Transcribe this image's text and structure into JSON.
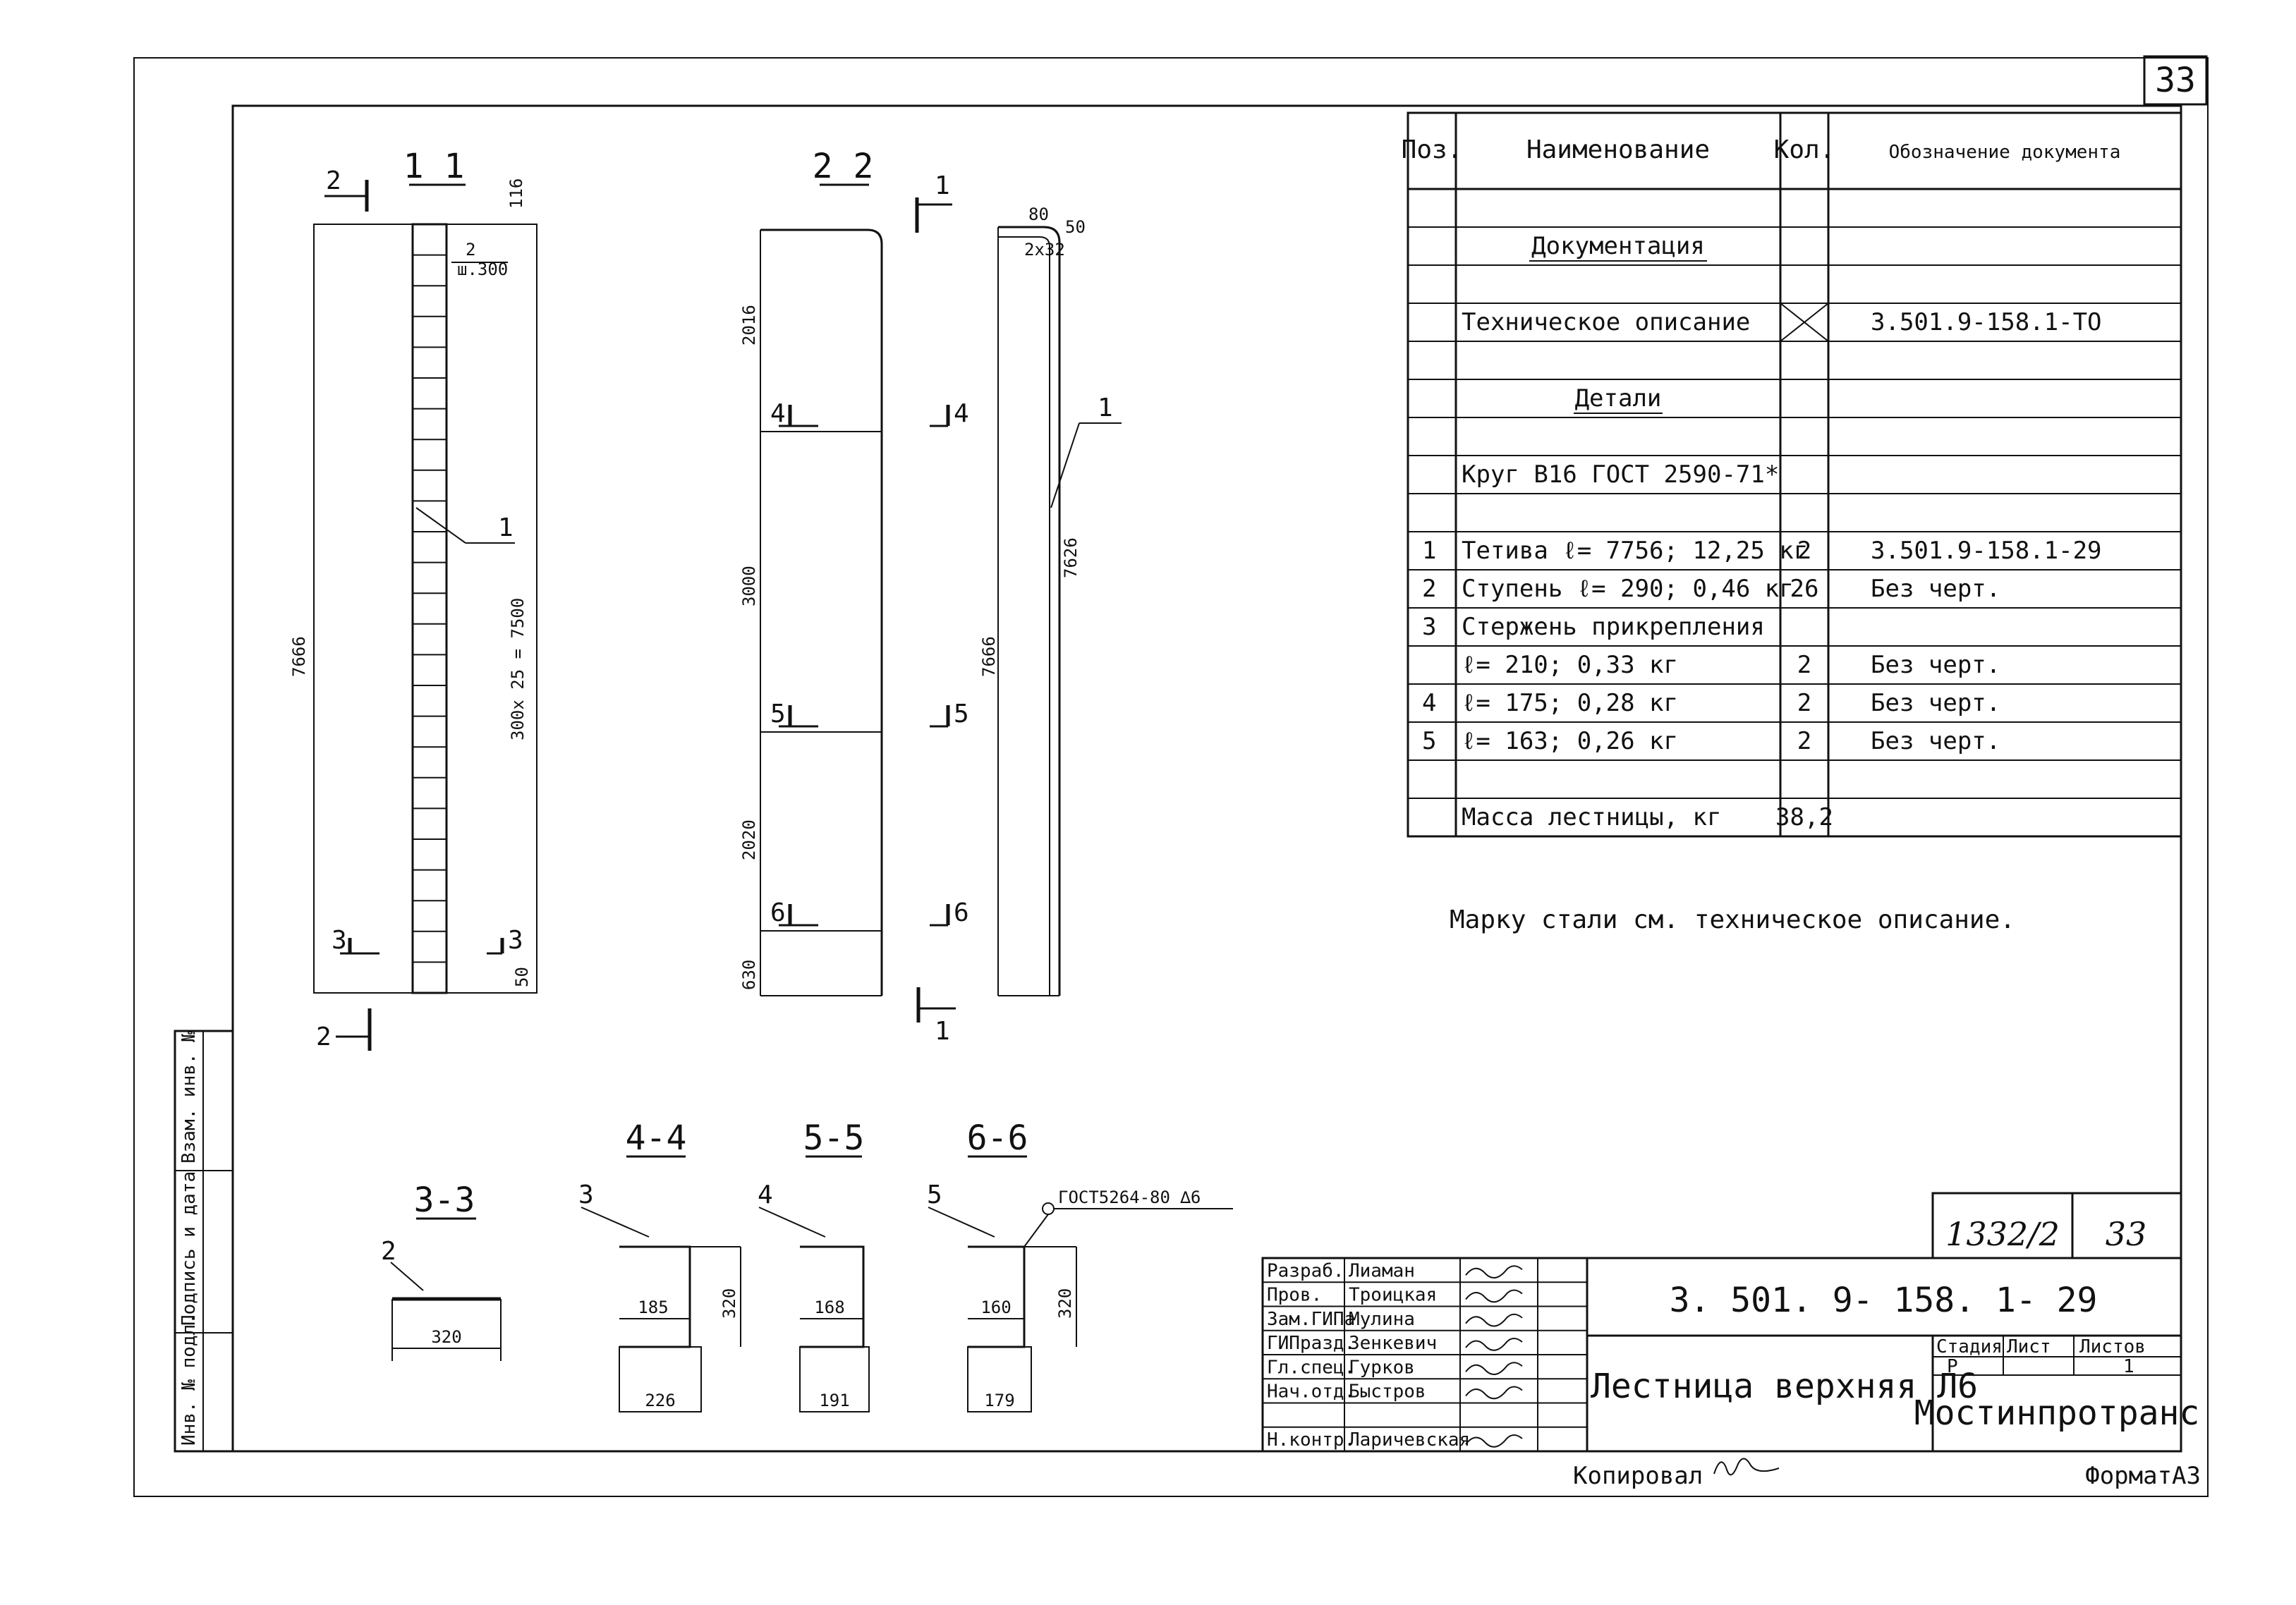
{
  "sheet": {
    "page_number": "33",
    "format_label": "ФорматА3",
    "copied_label": "Копировал"
  },
  "views": {
    "v11": "1 1",
    "v22": "2 2",
    "v33": "3-3",
    "v44": "4-4",
    "v55": "5-5",
    "v66": "6-6"
  },
  "dims": {
    "d116": "116",
    "d2": "2",
    "dsh300": "ш.300",
    "d7666a": "7666",
    "d300x25": "300х 25 = 7500",
    "d50": "50",
    "d2016": "2016",
    "d3000": "3000",
    "d2020": "2020",
    "d630": "630",
    "d80": "80",
    "d50b": "50",
    "d2x32": "2х32",
    "d7626": "7626",
    "d7666b": "7666",
    "d320a": "320",
    "d185": "185",
    "d320b": "320",
    "d226": "226",
    "d168": "168",
    "d191": "191",
    "d160": "160",
    "d320c": "320",
    "d179": "179",
    "gost_weld": "ГОСТ5264-80 ∆6"
  },
  "marks": {
    "s1": "1",
    "s2": "2",
    "s3": "3",
    "s4": "4",
    "s5": "5",
    "s6": "6"
  },
  "spec_table": {
    "headers": {
      "pos": "Поз.",
      "name": "Наименование",
      "qty": "Кол.",
      "doc": "Обозначение документа"
    },
    "rows": [
      {
        "pos": "",
        "name": "",
        "qty": "",
        "doc": ""
      },
      {
        "pos": "",
        "name": "Документация",
        "qty": "",
        "doc": ""
      },
      {
        "pos": "",
        "name": "",
        "qty": "",
        "doc": ""
      },
      {
        "pos": "",
        "name": "Техническое описание",
        "qty": "",
        "doc": "3.501.9-158.1-ТО"
      },
      {
        "pos": "",
        "name": "",
        "qty": "",
        "doc": ""
      },
      {
        "pos": "",
        "name": "Детали",
        "qty": "",
        "doc": ""
      },
      {
        "pos": "",
        "name": "",
        "qty": "",
        "doc": ""
      },
      {
        "pos": "",
        "name": "Круг В16 ГОСТ 2590-71*",
        "qty": "",
        "doc": ""
      },
      {
        "pos": "",
        "name": "",
        "qty": "",
        "doc": ""
      },
      {
        "pos": "1",
        "name": "Тетива  ℓ= 7756;  12,25 кг",
        "qty": "2",
        "doc": "3.501.9-158.1-29"
      },
      {
        "pos": "2",
        "name": "Ступень ℓ= 290;  0,46 кг",
        "qty": "26",
        "doc": "Без черт."
      },
      {
        "pos": "3",
        "name": "Стержень прикрепления",
        "qty": "",
        "doc": ""
      },
      {
        "pos": "",
        "name": "ℓ= 210;   0,33 кг",
        "qty": "2",
        "doc": "Без черт."
      },
      {
        "pos": "4",
        "name": "ℓ= 175;   0,28 кг",
        "qty": "2",
        "doc": "Без черт."
      },
      {
        "pos": "5",
        "name": "ℓ= 163;   0,26 кг",
        "qty": "2",
        "doc": "Без черт."
      },
      {
        "pos": "",
        "name": "",
        "qty": "",
        "doc": ""
      },
      {
        "pos": "",
        "name": "Масса лестницы,   кг",
        "qty": "38,2",
        "doc": ""
      }
    ]
  },
  "note": "Марку стали см. техническое описание.",
  "side_stamp": {
    "a": "Инв. № подл.",
    "b": "Подпись и дата",
    "c": "Взам. инв. №"
  },
  "title_block": {
    "doc_number": "1332/2",
    "sheet_no": "33",
    "designation": "3. 501. 9- 158. 1- 29",
    "title": "Лестница верхняя Л6",
    "org": "Мостинпротранс",
    "stage_h": "Стадия",
    "sheet_h": "Лист",
    "sheets_h": "Листов",
    "stage": "Р",
    "sheet": "",
    "sheets": "1",
    "roles": [
      {
        "role": "Разраб.",
        "name": "Лиаман"
      },
      {
        "role": "Пров.",
        "name": "Троицкая"
      },
      {
        "role": "Зам.ГИПа",
        "name": "Мулина"
      },
      {
        "role": "ГИПразд.",
        "name": "Зенкевич"
      },
      {
        "role": "Гл.спец.",
        "name": "Гурков"
      },
      {
        "role": "Нач.отд.",
        "name": "Быстров"
      },
      {
        "role": "",
        "name": ""
      },
      {
        "role": "Н.контр.",
        "name": "Ларичевская"
      }
    ]
  }
}
